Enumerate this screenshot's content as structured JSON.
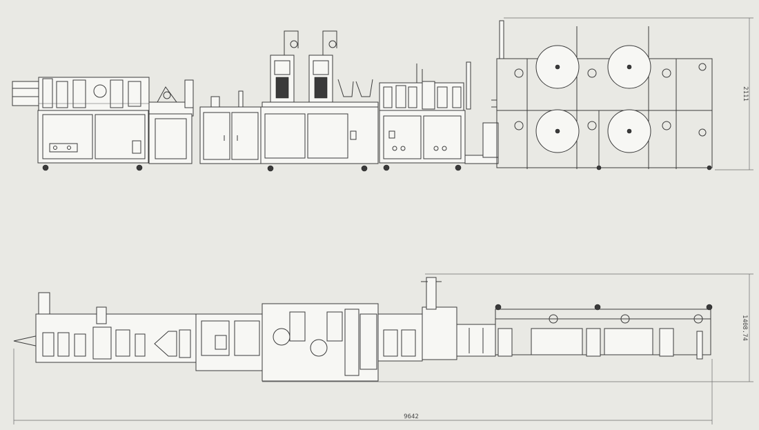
{
  "dimensions": {
    "front_height": "2111",
    "top_width": "1408.74",
    "overall_length": "9642"
  },
  "colors": {
    "background": "#e9e9e4",
    "line": "#3a3a3a",
    "panel_fill": "#f7f7f4"
  }
}
